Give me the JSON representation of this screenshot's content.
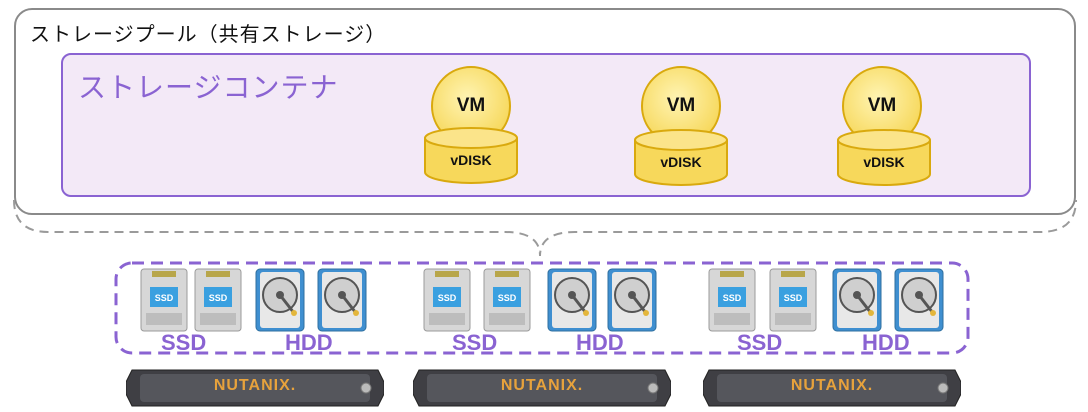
{
  "pool_title": "ストレージプール（共有ストレージ）",
  "container_title": "ストレージコンテナ",
  "vms": [
    {
      "label": "VM",
      "disk": "vDISK"
    },
    {
      "label": "VM",
      "disk": "vDISK"
    },
    {
      "label": "VM",
      "disk": "vDISK"
    }
  ],
  "node_groups": [
    {
      "ssd_label": "SSD",
      "hdd_label": "HDD",
      "brand": "NUTANIX."
    },
    {
      "ssd_label": "SSD",
      "hdd_label": "HDD",
      "brand": "NUTANIX."
    },
    {
      "ssd_label": "SSD",
      "hdd_label": "HDD",
      "brand": "NUTANIX."
    }
  ],
  "drive_icon_text": "SSD",
  "colors": {
    "pool_border": "#8a8a8a",
    "container_border": "#8a63d2",
    "container_fill": "#f3e9f7",
    "vm_fill": "#f7da62",
    "drive_label": "#8a63d2",
    "brand": "#e7a23c"
  }
}
